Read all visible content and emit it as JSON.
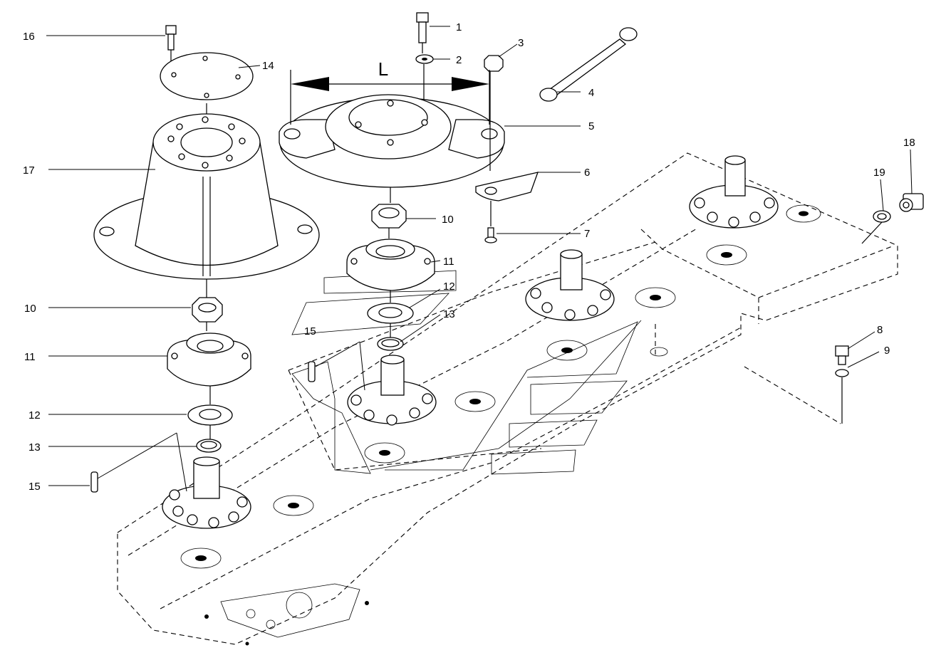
{
  "dimension_label": "L",
  "callouts": [
    {
      "id": "c1",
      "text": "1"
    },
    {
      "id": "c2",
      "text": "2"
    },
    {
      "id": "c3",
      "text": "3"
    },
    {
      "id": "c4",
      "text": "4"
    },
    {
      "id": "c5",
      "text": "5"
    },
    {
      "id": "c6",
      "text": "6"
    },
    {
      "id": "c7",
      "text": "7"
    },
    {
      "id": "c8",
      "text": "8"
    },
    {
      "id": "c9",
      "text": "9"
    },
    {
      "id": "c10a",
      "text": "10"
    },
    {
      "id": "c10b",
      "text": "10"
    },
    {
      "id": "c11a",
      "text": "11"
    },
    {
      "id": "c11b",
      "text": "11"
    },
    {
      "id": "c12a",
      "text": "12"
    },
    {
      "id": "c12b",
      "text": "12"
    },
    {
      "id": "c13a",
      "text": "13"
    },
    {
      "id": "c13b",
      "text": "13"
    },
    {
      "id": "c14",
      "text": "14"
    },
    {
      "id": "c15a",
      "text": "15"
    },
    {
      "id": "c15b",
      "text": "15"
    },
    {
      "id": "c16",
      "text": "16"
    },
    {
      "id": "c17",
      "text": "17"
    },
    {
      "id": "c18",
      "text": "18"
    },
    {
      "id": "c19",
      "text": "19"
    }
  ]
}
